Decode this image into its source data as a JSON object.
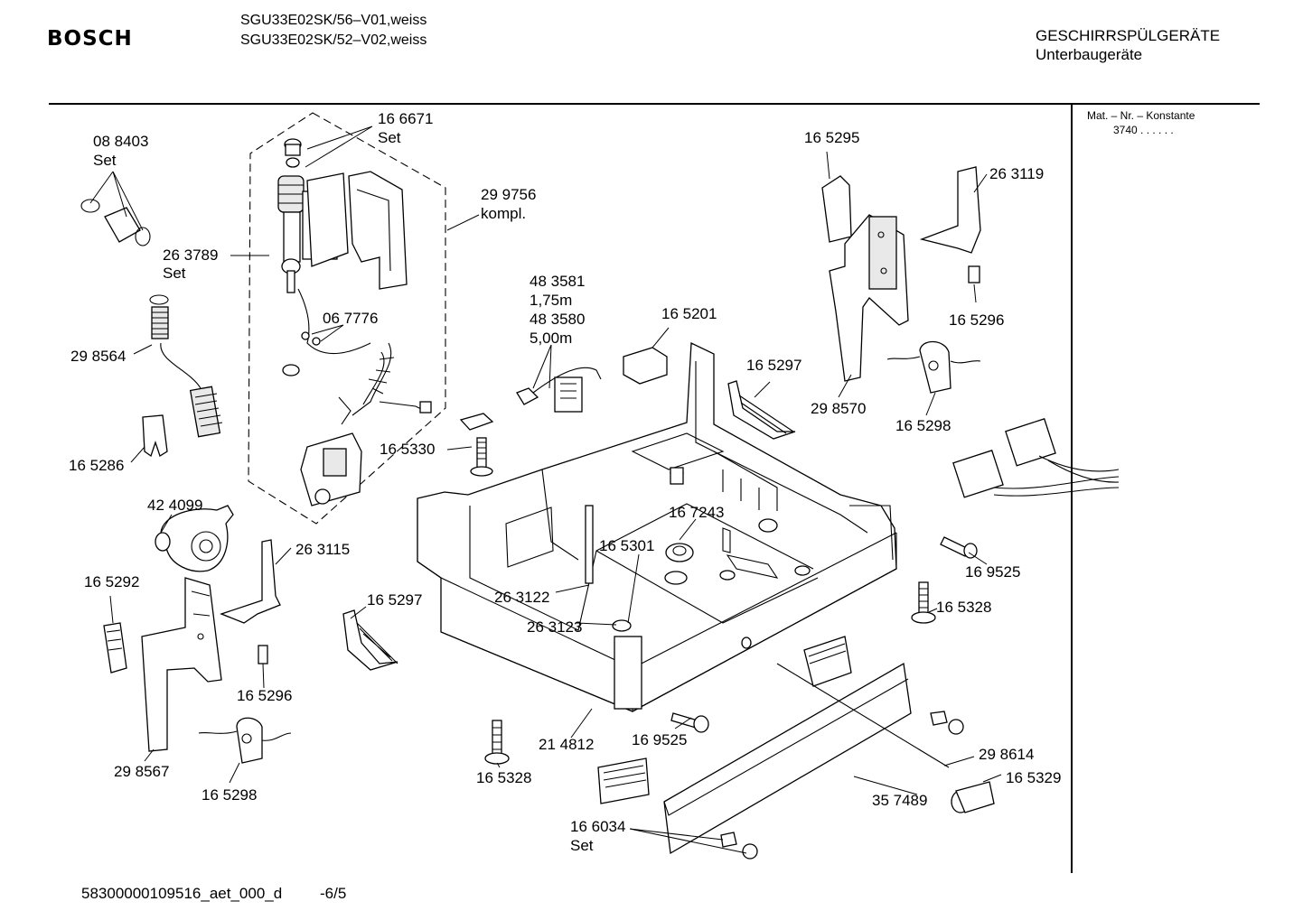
{
  "header": {
    "brand": "BOSCH",
    "model_line_1": "SGU33E02SK/56–V01,weiss",
    "model_line_2": "SGU33E02SK/52–V02,weiss",
    "category": "GESCHIRRSPÜLGERÄTE",
    "subcategory": "Unterbaugeräte"
  },
  "side_panel": {
    "label": "Mat. – Nr. – Konstante",
    "value": "3740  .  .   .  .  .  ."
  },
  "footer": {
    "document_id": "58300000109516_aet_000_d",
    "page": "-6/5"
  },
  "part_labels": [
    "08 8403",
    "Set",
    "16 6671",
    "Set",
    "29 9756",
    "kompl.",
    "26 3789",
    "Set",
    "06 7776",
    "29 8564",
    "16 5286",
    "16 5330",
    "48 3581",
    "1,75m",
    "48 3580",
    "5,00m",
    "16 5201",
    "16 5295",
    "26 3119",
    "16 5296",
    "16 5297",
    "29 8570",
    "16 5298",
    "42 4099",
    "26 3115",
    "16 5292",
    "16 5297",
    "16 7243",
    "16 5301",
    "26 3122",
    "26 3123",
    "16 5296",
    "29 8567",
    "16 5298",
    "16 9525",
    "16 5328",
    "21 4812",
    "16 9525",
    "16 5328",
    "29 8614",
    "16 5329",
    "35 7489",
    "16 6034",
    "Set"
  ]
}
